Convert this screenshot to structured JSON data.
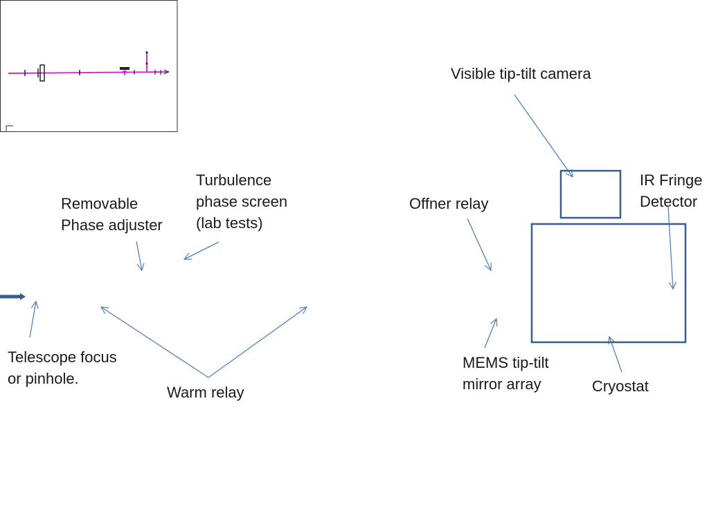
{
  "colors": {
    "arrow": "#4f81bd",
    "box": "#385d8a",
    "beam": "#cc33cc",
    "text": "#1a1a1a"
  },
  "labels": {
    "telescope_focus": [
      "Telescope focus",
      "or pinhole."
    ],
    "removable_phase_adjuster": [
      "Removable",
      "Phase adjuster"
    ],
    "turbulence_phase_screen": [
      "Turbulence",
      "phase screen",
      "(lab tests)"
    ],
    "warm_relay": "Warm relay",
    "offner_relay": "Offner relay",
    "visible_tiptilt_camera": "Visible tip-tilt camera",
    "ir_fringe_detector": [
      "IR Fringe",
      "Detector"
    ],
    "mems_mirror_array": [
      "MEMS tip-tilt",
      "mirror array"
    ],
    "cryostat": "Cryostat"
  }
}
